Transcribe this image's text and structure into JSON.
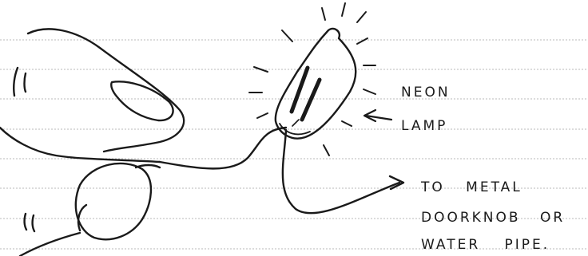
{
  "labels": {
    "neon": "NEON",
    "lamp": "LAMP",
    "line1": "TO METAL",
    "line2": "DOORKNOB OR",
    "line3": "WATER PIPE."
  },
  "colors": {
    "ink": "#1a1a1a",
    "rule_lines": "#b9b9b9",
    "paper": "#ffffff"
  }
}
